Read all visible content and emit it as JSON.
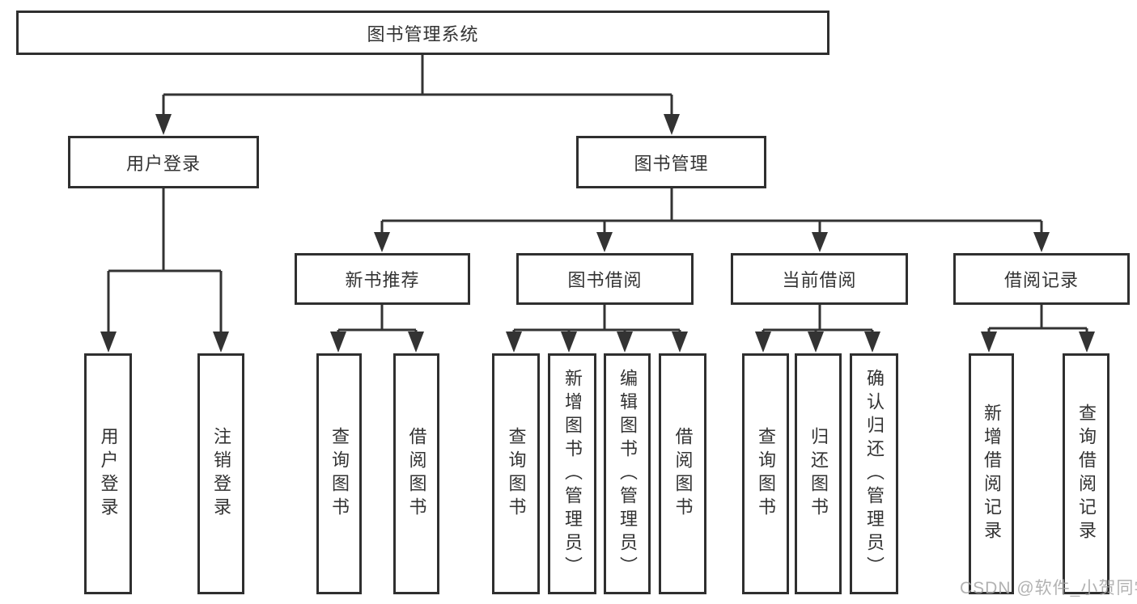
{
  "diagram": {
    "title": "图书管理系统",
    "watermark": "CSDN @软件_小贺同学",
    "branches": [
      {
        "label": "用户登录",
        "children": [
          {
            "label": "用户登录"
          },
          {
            "label": "注销登录"
          }
        ]
      },
      {
        "label": "图书管理",
        "groups": [
          {
            "label": "新书推荐",
            "children": [
              {
                "label": "查询图书"
              },
              {
                "label": "借阅图书"
              }
            ]
          },
          {
            "label": "图书借阅",
            "children": [
              {
                "label": "查询图书"
              },
              {
                "label": "新增图书（管理员）"
              },
              {
                "label": "编辑图书（管理员）"
              },
              {
                "label": "借阅图书"
              }
            ]
          },
          {
            "label": "当前借阅",
            "children": [
              {
                "label": "查询图书"
              },
              {
                "label": "归还图书"
              },
              {
                "label": "确认归还（管理员）"
              }
            ]
          },
          {
            "label": "借阅记录",
            "children": [
              {
                "label": "新增借阅记录"
              },
              {
                "label": "查询借阅记录"
              }
            ]
          }
        ]
      }
    ],
    "colors": {
      "line": "#333333",
      "border": "#2f2f2f",
      "text": "#333333",
      "watermark": "#b3b3b3",
      "background": "#ffffff"
    }
  }
}
